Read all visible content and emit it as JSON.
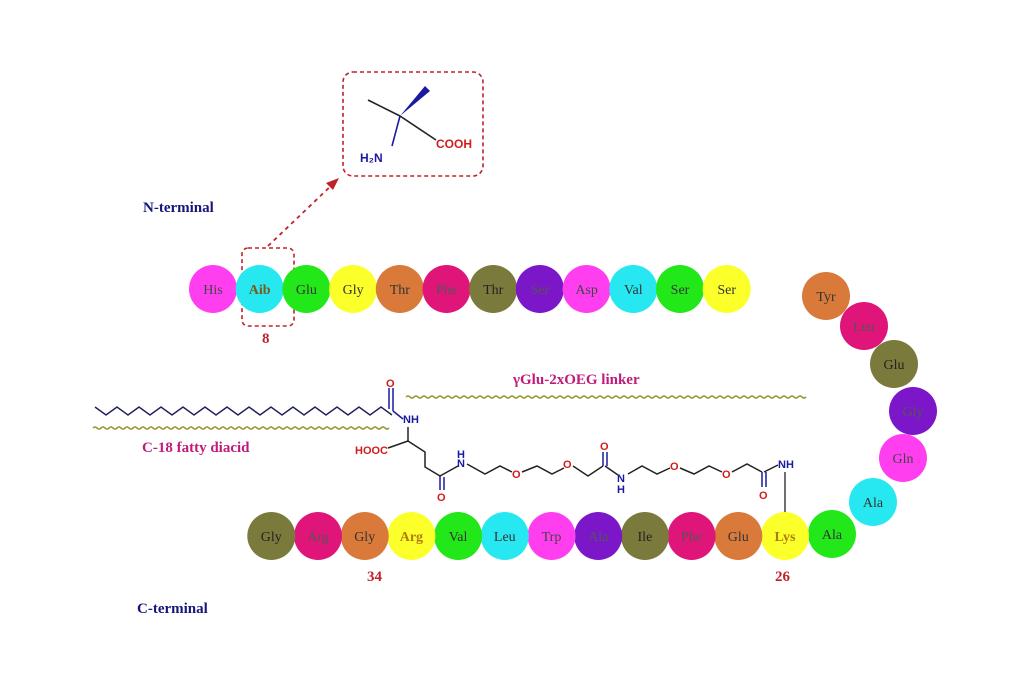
{
  "labels": {
    "n_terminal": "N-terminal",
    "c_terminal": "C-terminal",
    "fatty_acid": "C-18 fatty diacid",
    "linker": "γGlu-2xOEG linker"
  },
  "inset": {
    "amine": "H₂N",
    "acid": "COOH"
  },
  "chem": {
    "acid_group": "HOOC",
    "atom_oxygen": "O",
    "atom_nh": "NH",
    "atom_n": "N",
    "atom_h": "H"
  },
  "positions": {
    "p8": "8",
    "p26": "26",
    "p34": "34"
  },
  "colors": {
    "magenta": "#ff3fef",
    "cyan": "#27e8f0",
    "green": "#22e81a",
    "yellow": "#fbff2a",
    "orange": "#d97a3a",
    "crimson": "#e0157a",
    "olive": "#7a7a3c",
    "purple": "#7b17c8",
    "label_red": "#c0222a",
    "label_blue": "#15157a",
    "label_pink": "#c01a7a",
    "chem_blue": "#1a1aa0",
    "chem_red": "#d01c1c",
    "dark_chain": "#1f1f5a",
    "wavy": "#9c9c3a",
    "dash_red": "#c0222a"
  },
  "residues": [
    {
      "name": "His",
      "color": "#ff3fef",
      "text_color": "#444444"
    },
    {
      "name": "Aib",
      "color": "#27e8f0",
      "text_color": "#7a5a1a",
      "highlight": true
    },
    {
      "name": "Glu",
      "color": "#22e81a",
      "text_color": "#333333"
    },
    {
      "name": "Gly",
      "color": "#fbff2a",
      "text_color": "#333333"
    },
    {
      "name": "Thr",
      "color": "#d97a3a",
      "text_color": "#333333"
    },
    {
      "name": "Phe",
      "color": "#e0157a",
      "text_color": "#555555"
    },
    {
      "name": "Thr",
      "color": "#7a7a3c",
      "text_color": "#222222"
    },
    {
      "name": "Ser",
      "color": "#7b17c8",
      "text_color": "#555555"
    },
    {
      "name": "Asp",
      "color": "#ff3fef",
      "text_color": "#444444"
    },
    {
      "name": "Val",
      "color": "#27e8f0",
      "text_color": "#333333"
    },
    {
      "name": "Ser",
      "color": "#22e81a",
      "text_color": "#333333"
    },
    {
      "name": "Ser",
      "color": "#fbff2a",
      "text_color": "#333333"
    },
    {
      "name": "Tyr",
      "color": "#d97a3a",
      "text_color": "#333333"
    },
    {
      "name": "Leu",
      "color": "#e0157a",
      "text_color": "#555555"
    },
    {
      "name": "Glu",
      "color": "#7a7a3c",
      "text_color": "#222222"
    },
    {
      "name": "Gly",
      "color": "#7b17c8",
      "text_color": "#555555"
    },
    {
      "name": "Gln",
      "color": "#ff3fef",
      "text_color": "#444444"
    },
    {
      "name": "Ala",
      "color": "#27e8f0",
      "text_color": "#333333"
    },
    {
      "name": "Ala",
      "color": "#22e81a",
      "text_color": "#333333"
    },
    {
      "name": "Lys",
      "color": "#fbff2a",
      "text_color": "#b07a10",
      "highlight": true
    },
    {
      "name": "Glu",
      "color": "#d97a3a",
      "text_color": "#333333"
    },
    {
      "name": "Phe",
      "color": "#e0157a",
      "text_color": "#555555"
    },
    {
      "name": "Ile",
      "color": "#7a7a3c",
      "text_color": "#222222"
    },
    {
      "name": "Ala",
      "color": "#7b17c8",
      "text_color": "#555555"
    },
    {
      "name": "Trp",
      "color": "#ff3fef",
      "text_color": "#444444"
    },
    {
      "name": "Leu",
      "color": "#27e8f0",
      "text_color": "#333333"
    },
    {
      "name": "Val",
      "color": "#22e81a",
      "text_color": "#333333"
    },
    {
      "name": "Arg",
      "color": "#fbff2a",
      "text_color": "#b07a10",
      "highlight": true
    },
    {
      "name": "Gly",
      "color": "#d97a3a",
      "text_color": "#333333"
    },
    {
      "name": "Arg",
      "color": "#e0157a",
      "text_color": "#555555"
    },
    {
      "name": "Gly",
      "color": "#7a7a3c",
      "text_color": "#222222"
    }
  ]
}
